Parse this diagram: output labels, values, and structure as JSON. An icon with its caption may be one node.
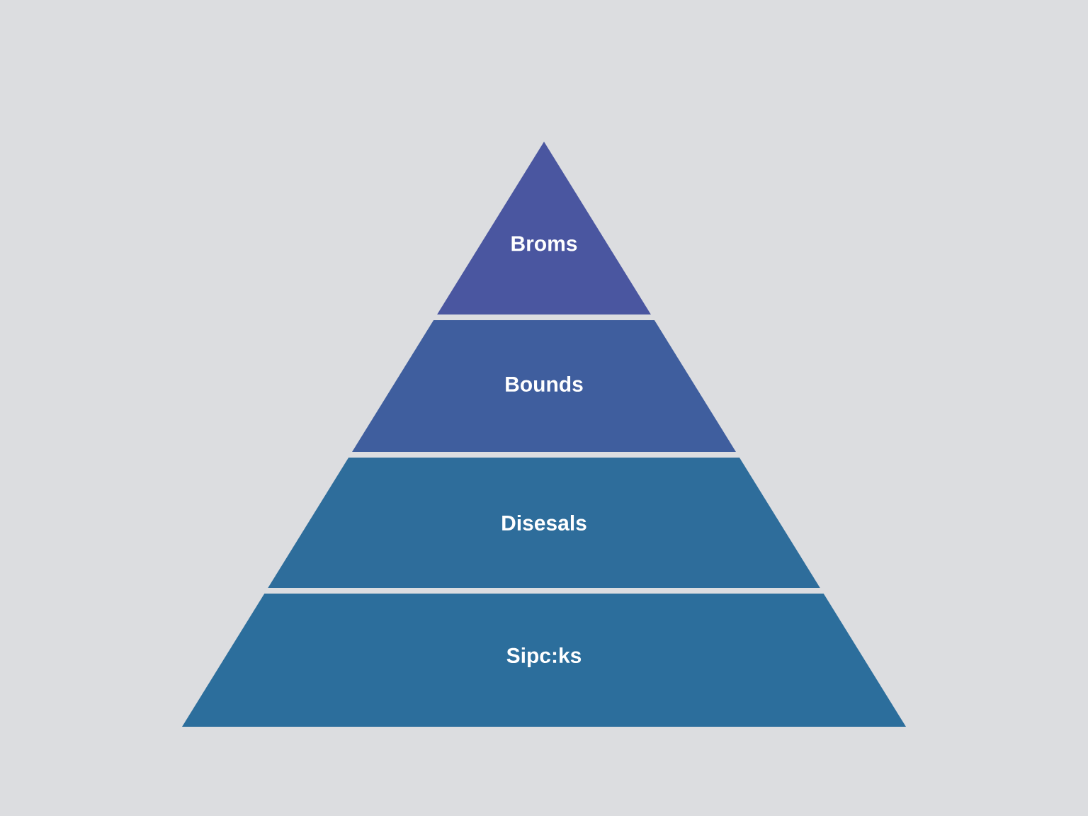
{
  "diagram": {
    "nodes": [
      {
        "text": [
          "Broms"
        ]
      },
      {
        "text": [
          "Bounds"
        ]
      },
      {
        "text": [
          "Disesals"
        ]
      },
      {
        "text": [
          "Sipc:ks"
        ]
      }
    ]
  }
}
